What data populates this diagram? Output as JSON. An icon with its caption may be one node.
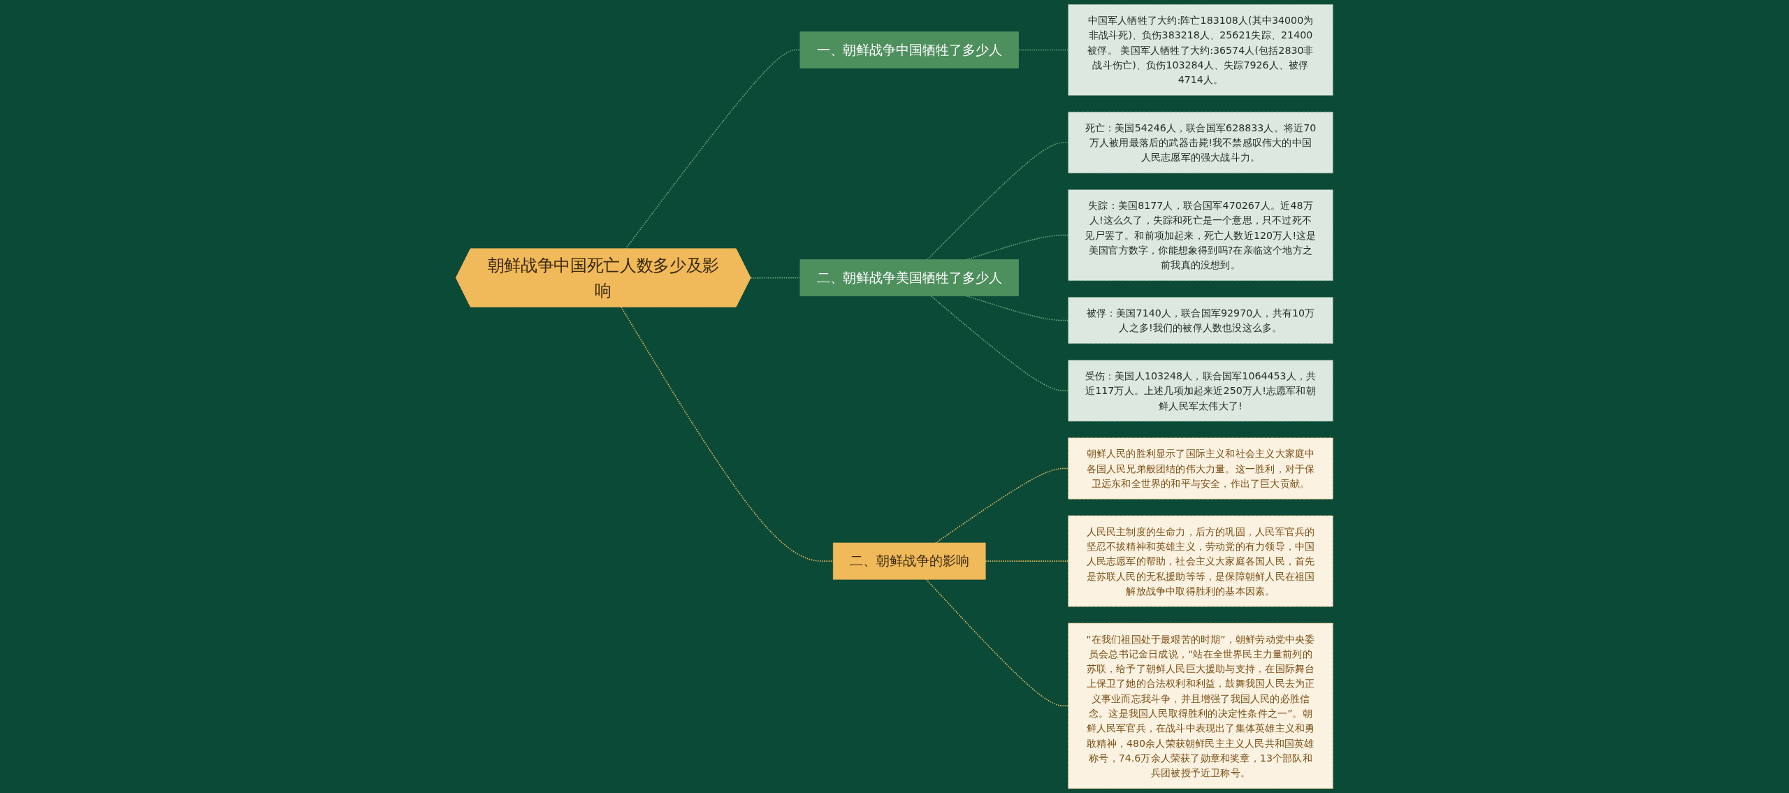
{
  "diagram": {
    "nodes": [
      {
        "text": [
          "朝鲜战争中国死亡人数多少及影响"
        ]
      },
      {
        "text": [
          "一、朝鲜战争中国牺牲了多少人"
        ]
      },
      {
        "text": [
          "中国军人牺牲了大约:阵亡183108人(其中34000为非战斗死)、负伤383218人、25621失踪、21400被俘。 美国军人牺牲了大约:36574人(包括2830非战斗伤亡)、负伤103284人、失踪7926人、被俘4714人。"
        ]
      },
      {
        "text": [
          "二、朝鲜战争美国牺牲了多少人"
        ]
      },
      {
        "text": [
          "死亡：美国54246人，联合国军628833人。将近70万人被用最落后的武器击毙!我不禁感叹伟大的中国人民志愿军的强大战斗力。"
        ]
      },
      {
        "text": [
          "失踪：美国8177人，联合国军470267人。近48万人!这么久了，失踪和死亡是一个意思，只不过死不见尸罢了。和前项加起来，死亡人数近120万人!这是美国官方数字，你能想象得到吗?在亲临这个地方之前我真的没想到。"
        ]
      },
      {
        "text": [
          "被俘：美国7140人，联合国军92970人，共有10万人之多!我们的被俘人数也没这么多。"
        ]
      },
      {
        "text": [
          "受伤：美国人103248人，联合国军1064453人，共近117万人。上述几项加起来近250万人!志愿军和朝鲜人民军太伟大了!"
        ]
      },
      {
        "text": [
          "二、朝鲜战争的影响"
        ]
      },
      {
        "text": [
          "朝鲜人民的胜利显示了国际主义和社会主义大家庭中各国人民兄弟般团结的伟大力量。这一胜利，对于保卫远东和全世界的和平与安全，作出了巨大贡献。"
        ]
      },
      {
        "text": [
          "人民民主制度的生命力，后方的巩固，人民军官兵的坚忍不拔精神和英雄主义，劳动党的有力领导，中国人民志愿军的帮助，社会主义大家庭各国人民，首先是苏联人民的无私援助等等，是保障朝鲜人民在祖国解放战争中取得胜利的基本因素。"
        ]
      },
      {
        "text": [
          "“在我们祖国处于最艰苦的时期”，朝鲜劳动党中央委员会总书记金日成说，“站在全世界民主力量前列的苏联，给予了朝鲜人民巨大援助与支持，在国际舞台上保卫了她的合法权利和利益，鼓舞我国人民去为正义事业而忘我斗争，并且增强了我国人民的必胜信念。这是我国人民取得胜利的决定性条件之一”。朝鲜人民军官兵，在战斗中表现出了集体英雄主义和勇敢精神，480余人荣获朝鲜民主主义人民共和国英雄称号，74.6万余人荣获了勋章和奖章，13个部队和兵团被授予近卫称号。"
        ]
      }
    ],
    "edges": [
      {
        "from": 0,
        "to": 1,
        "arrow": "none",
        "style": "dashed"
      },
      {
        "from": 1,
        "to": 2,
        "arrow": "none",
        "style": "dashed"
      },
      {
        "from": 0,
        "to": 3,
        "arrow": "none",
        "style": "dashed"
      },
      {
        "from": 3,
        "to": 4,
        "arrow": "none",
        "style": "dashed"
      },
      {
        "from": 3,
        "to": 5,
        "arrow": "none",
        "style": "dashed"
      },
      {
        "from": 3,
        "to": 6,
        "arrow": "none",
        "style": "dashed"
      },
      {
        "from": 3,
        "to": 7,
        "arrow": "none",
        "style": "dashed"
      },
      {
        "from": 0,
        "to": 8,
        "arrow": "none",
        "style": "dashed",
        "color": "#e8b75a"
      },
      {
        "from": 8,
        "to": 9,
        "arrow": "none",
        "style": "dashed",
        "color": "#e8b75a"
      },
      {
        "from": 8,
        "to": 10,
        "arrow": "none",
        "style": "dashed",
        "color": "#e8b75a"
      },
      {
        "from": 8,
        "to": 11,
        "arrow": "none",
        "style": "dashed",
        "color": "#e8b75a"
      }
    ]
  }
}
